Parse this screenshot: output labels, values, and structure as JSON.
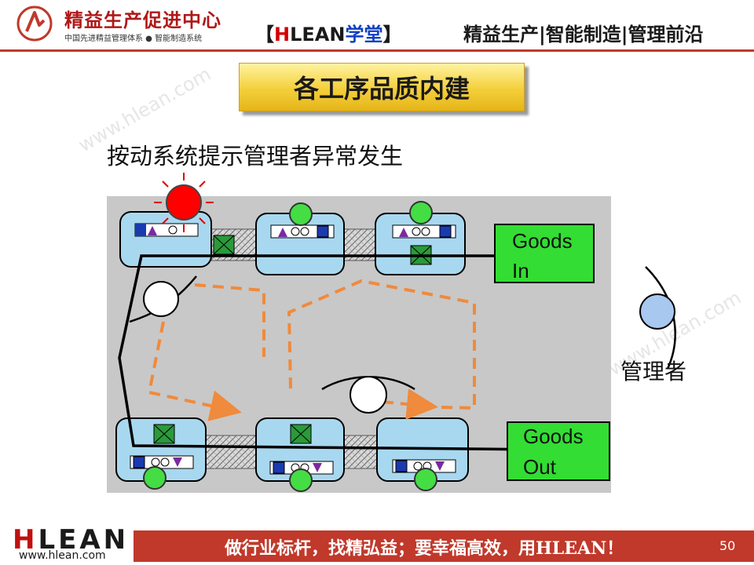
{
  "header": {
    "brand_name": "精益生产促进中心",
    "brand_sub": "中国先进精益管理体系 ● 智能制造系统",
    "academy_open": "【",
    "academy_h": "H",
    "academy_lean": "LEAN",
    "academy_school": "学堂",
    "academy_close": "】",
    "tagline": "精益生产|智能制造|管理前沿"
  },
  "title": "各工序品质内建",
  "subtitle": "按动系统提示管理者异常发生",
  "diagram": {
    "goods_in_line1": "Goods",
    "goods_in_line2": "In",
    "goods_out_line1": "Goods",
    "goods_out_line2": "Out",
    "manager_label": "管理者"
  },
  "watermark": "www.hlean.com",
  "footer": {
    "logo_h": "H",
    "logo_rest": "LEAN",
    "url": "www.hlean.com",
    "slogan": "做行业标杆，找精弘益；要幸福高效，用HLEAN！",
    "page_number": "50"
  },
  "colors": {
    "brand_red": "#c0392b",
    "station_blue": "#a8d8f0",
    "goods_green": "#33dd33",
    "signal_red": "#ff0000",
    "signal_green": "#44dd44",
    "flow_orange": "#f08a3c",
    "manager_blue": "#a8c8f0",
    "panel_gray": "#c8c8c8"
  }
}
